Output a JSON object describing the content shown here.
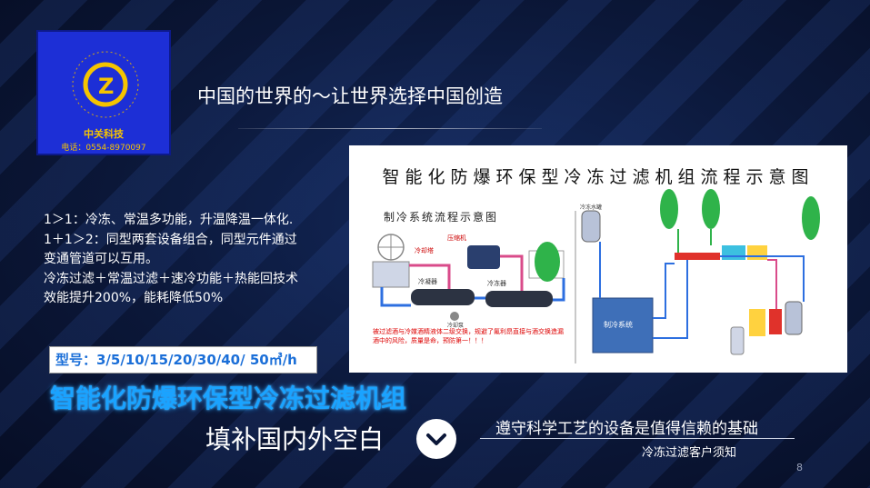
{
  "logo": {
    "initial": "Z",
    "ring_text": "巢湖市中关科技有限公司",
    "name": "中关科技",
    "phone": "电话：0554-8970097"
  },
  "headline": "中国的世界的～让世界选择中国创造",
  "features": [
    "1＞1：冷冻、常温多功能，升温降温一体化.",
    "1＋1＞2：同型两套设备组合，同型元件通过",
    "变通管道可以互用。",
    "冷冻过滤＋常温过滤＋速冷功能＋热能回技术",
    "效能提升200%，能耗降低50%"
  ],
  "model_box": "型号：3/5/10/15/20/30/40/ 50㎥/h",
  "big_title": "智能化防爆环保型冷冻过滤机组",
  "subtitle": "填补国内外空白",
  "slogan": "遵守科学工艺的设备是值得信赖的基础",
  "slogan_note": "冷冻过滤客户须知",
  "page_number": "8",
  "diagram": {
    "title": "智能化防爆环保型冷冻过滤机组流程示意图",
    "subtitle": "制冷系统流程示意图",
    "labels": {
      "cooling_tower": "冷却塔",
      "condenser": "冷凝器",
      "evaporator": "冷冻器",
      "compressor_note": "压缩机",
      "water_pump": "冷却泵",
      "refrigeration_system": "制冷系统",
      "tank": "冷冻水罐",
      "warning": "被过滤酒与冷媒酒精液体二级交换，规避了氟利昂直接与酒交换造漏酒中的风险，质量是命，预防第一！！！"
    }
  },
  "colors": {
    "accent_blue": "#1aa3ff",
    "model_text": "#1b6fd8",
    "logo_bg": "#1d2fd6",
    "logo_gold": "#f5c400"
  }
}
